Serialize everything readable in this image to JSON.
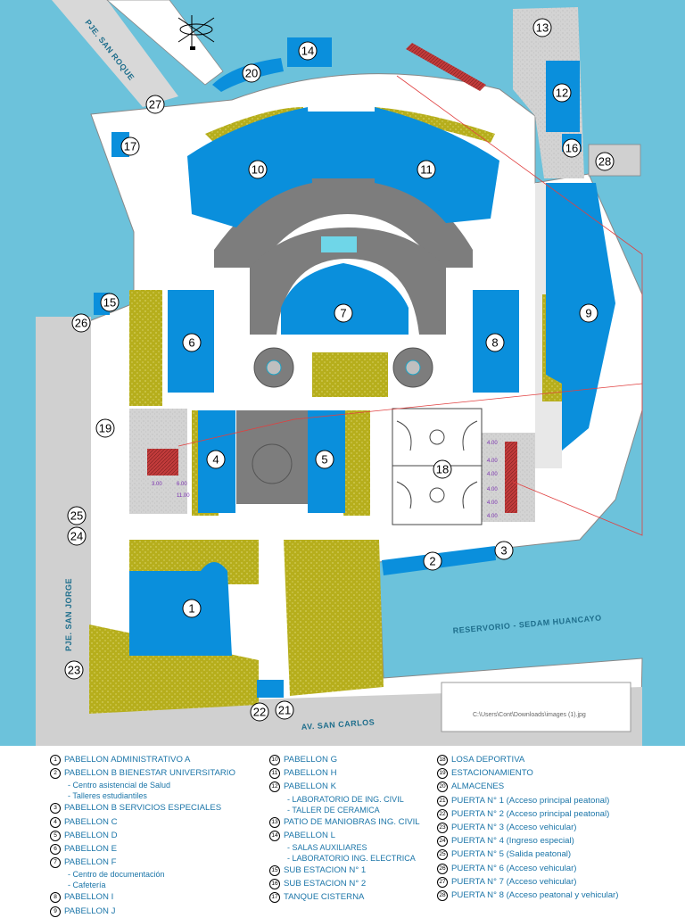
{
  "map": {
    "streets": {
      "san_roque": "PJE. SAN ROQUE",
      "san_jorge": "PJE. SAN JORGE",
      "san_carlos": "AV. SAN CARLOS"
    },
    "reservoir": "RESERVORIO - SEDAM HUANCAYO",
    "image_path": "C:\\Users\\Cont\\Downloads\\images (1).jpg",
    "dimensions": [
      "4.00",
      "4.00",
      "4.00",
      "4.00",
      "4.00",
      "4.00"
    ],
    "dim_small": [
      "3.00",
      "6.00",
      "11.00"
    ],
    "markers": [
      "1",
      "2",
      "3",
      "4",
      "5",
      "6",
      "7",
      "8",
      "9",
      "10",
      "11",
      "12",
      "13",
      "14",
      "15",
      "16",
      "17",
      "18",
      "19",
      "20",
      "21",
      "22",
      "23",
      "24",
      "25",
      "26",
      "27",
      "28"
    ],
    "colors": {
      "water": "#6cc2db",
      "building": "#0a8fdc",
      "green": "#b6ae1c",
      "paving": "#d0d0d0",
      "dark": "#7d7d7d",
      "ground": "#ffffff"
    }
  },
  "legend": {
    "col1": [
      {
        "n": "1",
        "text": "PABELLON ADMINISTRATIVO A"
      },
      {
        "n": "2",
        "text": "PABELLON B BIENESTAR UNIVERSITARIO"
      },
      {
        "sub": "- Centro asistencial de Salud"
      },
      {
        "sub": "- Talleres estudiantiles"
      },
      {
        "n": "3",
        "text": "PABELLON B SERVICIOS ESPECIALES"
      },
      {
        "n": "4",
        "text": "PABELLON C"
      },
      {
        "n": "5",
        "text": "PABELLON D"
      },
      {
        "n": "6",
        "text": "PABELLON E"
      },
      {
        "n": "7",
        "text": "PABELLON F"
      },
      {
        "sub": "- Centro de documentación"
      },
      {
        "sub": "- Cafetería"
      },
      {
        "n": "8",
        "text": "PABELLON I"
      },
      {
        "n": "9",
        "text": "PABELLON J"
      }
    ],
    "col2": [
      {
        "n": "10",
        "text": "PABELLON G"
      },
      {
        "n": "11",
        "text": "PABELLON H"
      },
      {
        "n": "12",
        "text": "PABELLON K"
      },
      {
        "sub": "- LABORATORIO DE ING. CIVIL"
      },
      {
        "sub": "- TALLER DE CERAMICA"
      },
      {
        "n": "13",
        "text": "PATIO DE MANIOBRAS ING. CIVIL"
      },
      {
        "n": "14",
        "text": "PABELLON L"
      },
      {
        "sub": "- SALAS AUXILIARES"
      },
      {
        "sub": "- LABORATORIO ING. ELECTRICA"
      },
      {
        "n": "15",
        "text": "SUB ESTACION N° 1"
      },
      {
        "n": "16",
        "text": "SUB ESTACION N° 2"
      },
      {
        "n": "17",
        "text": "TANQUE CISTERNA"
      }
    ],
    "col3": [
      {
        "n": "18",
        "text": "LOSA DEPORTIVA"
      },
      {
        "n": "19",
        "text": "ESTACIONAMIENTO"
      },
      {
        "n": "20",
        "text": "ALMACENES"
      },
      {
        "n": "21",
        "text": "PUERTA N° 1 (Acceso principal peatonal)"
      },
      {
        "n": "22",
        "text": "PUERTA N° 2 (Acceso principal peatonal)"
      },
      {
        "n": "23",
        "text": "PUERTA N° 3 (Acceso vehicular)"
      },
      {
        "n": "24",
        "text": "PUERTA N° 4 (Ingreso especial)"
      },
      {
        "n": "25",
        "text": "PUERTA N° 5 (Salida peatonal)"
      },
      {
        "n": "26",
        "text": "PUERTA N° 6 (Acceso vehicular)"
      },
      {
        "n": "27",
        "text": "PUERTA N° 7 (Acceso vehicular)"
      },
      {
        "n": "28",
        "text": "PUERTA N° 8 (Acceso peatonal y vehicular)"
      }
    ]
  }
}
